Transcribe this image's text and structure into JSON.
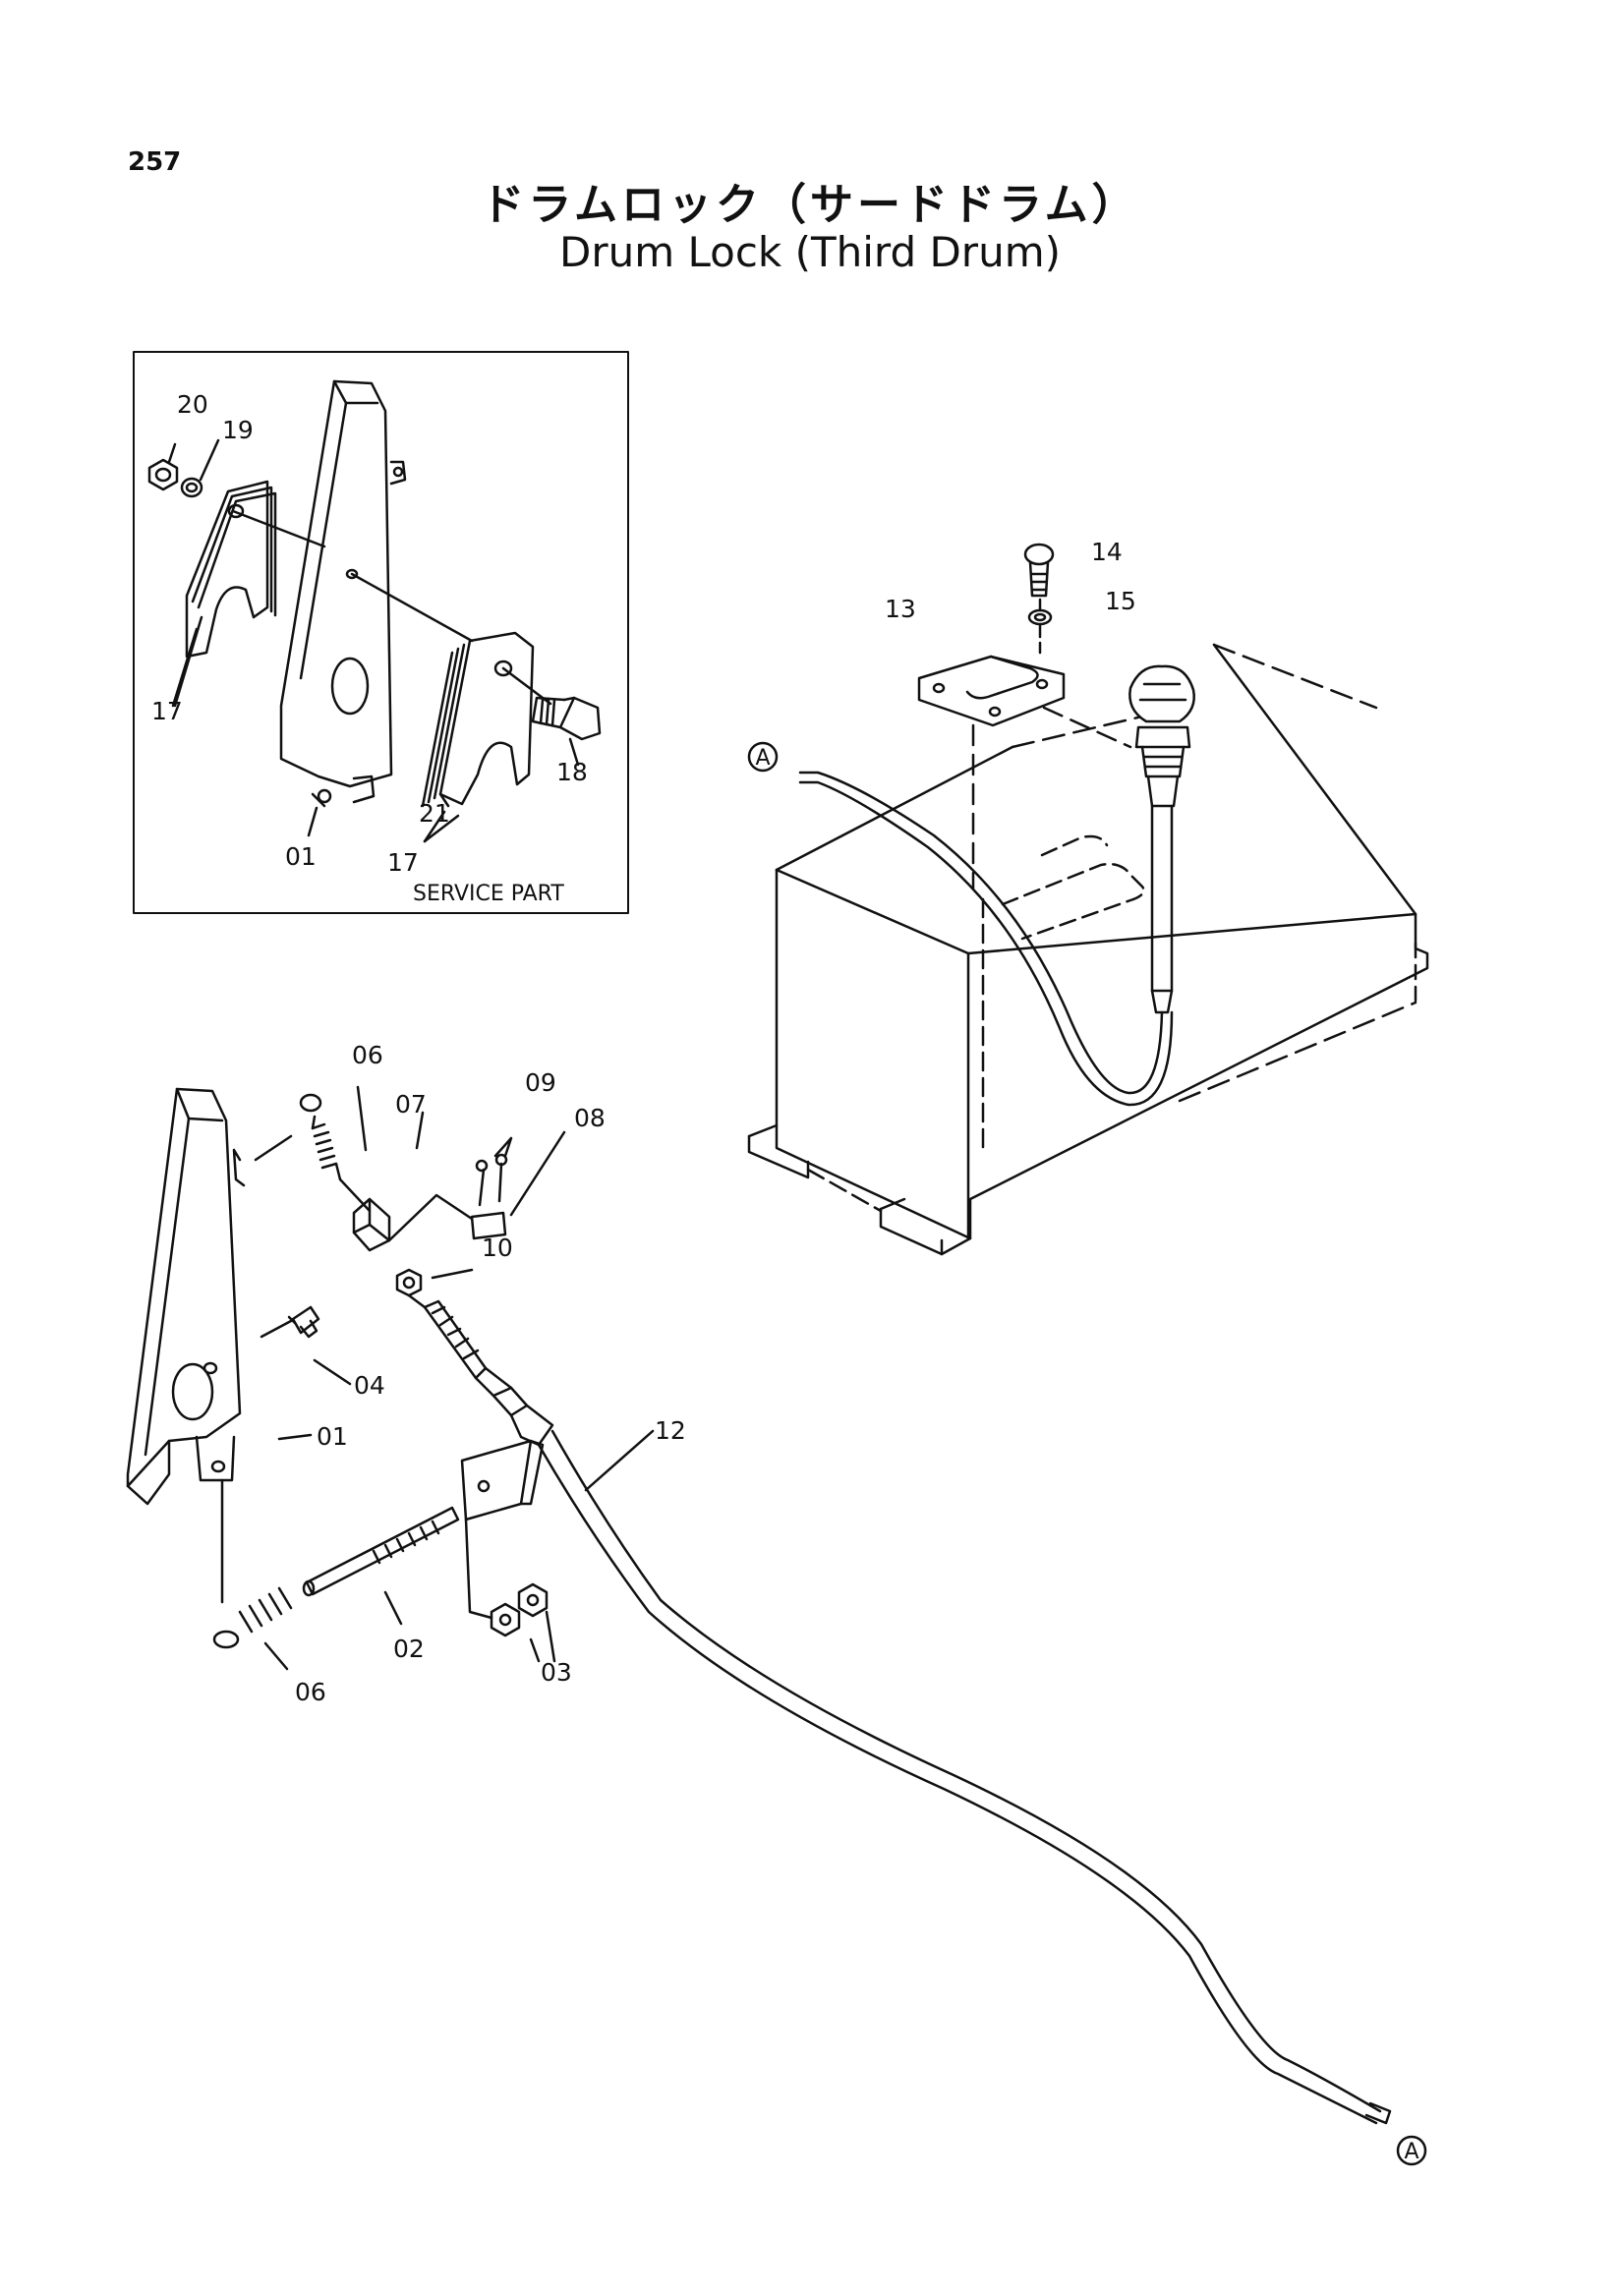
{
  "header": {
    "page_number": "257",
    "title_japanese": "ドラムロック（サードドラム）",
    "title_english": "Drum Lock (Third Drum)"
  },
  "service_part_box": {
    "caption": "SERVICE PART",
    "labels": {
      "p20": "20",
      "p19": "19",
      "p17a": "17",
      "p18": "18",
      "p21": "21",
      "p17b": "17",
      "p01": "01"
    }
  },
  "main_assembly": {
    "labels": {
      "p06a": "06",
      "p07": "07",
      "p09": "09",
      "p08": "08",
      "p10": "10",
      "p04": "04",
      "p01": "01",
      "p12": "12",
      "p02": "02",
      "p03": "03",
      "p06b": "06"
    }
  },
  "tank_assembly": {
    "labels": {
      "p14": "14",
      "p15": "15",
      "p13": "13"
    }
  },
  "connectors": {
    "a1": "A",
    "a2": "A"
  },
  "colors": {
    "line": "#111111",
    "paper": "#ffffff"
  }
}
